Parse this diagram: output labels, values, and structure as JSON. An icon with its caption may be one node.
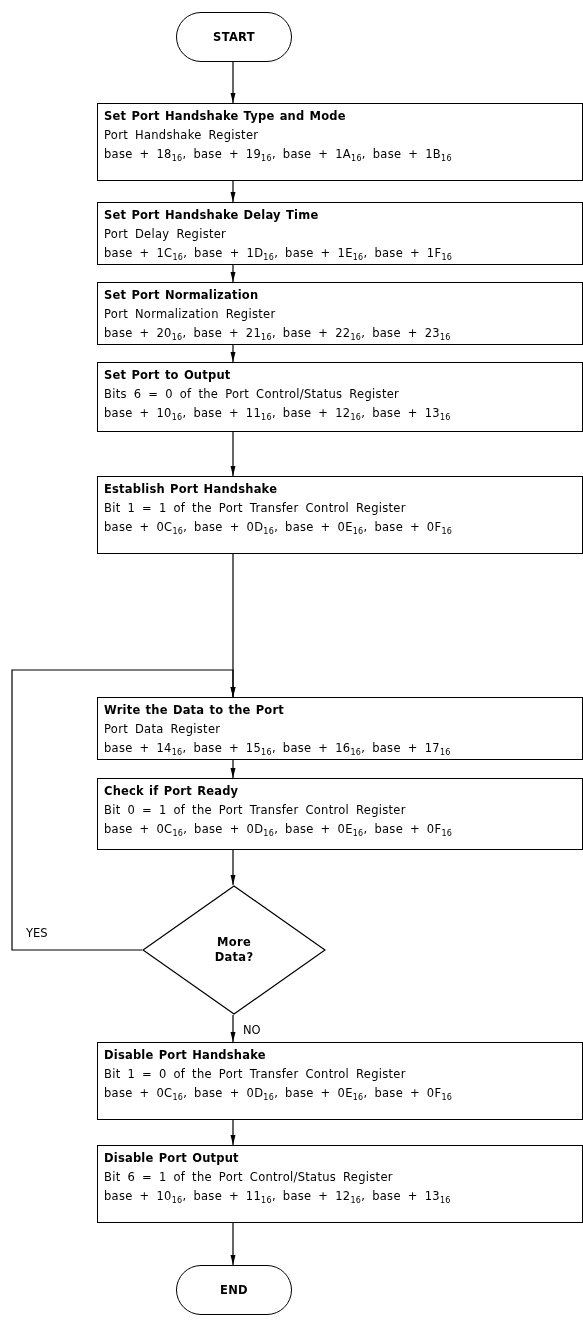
{
  "diagram": {
    "nodes": [
      {
        "text": [
          "START"
        ]
      },
      {
        "text": [
          "Set Port Handshake Type and Mode",
          "Port Handshake Register",
          "base + 18$_{16}$, base + 19$_{16}$, base + 1A$_{16}$, base + 1B$_{16}$"
        ]
      },
      {
        "text": [
          "Set Port Handshake Delay Time",
          "Port Delay Register",
          "base + 1C$_{16}$, base + 1D$_{16}$, base + 1E$_{16}$, base + 1F$_{16}$"
        ]
      },
      {
        "text": [
          "Set Port Normalization",
          "Port Normalization Register",
          "base + 20$_{16}$, base + 21$_{16}$, base + 22$_{16}$, base + 23$_{16}$"
        ]
      },
      {
        "text": [
          "Set Port to Output",
          "Bits 6 = 0 of the Port Control/Status Register",
          "base + 10$_{16}$, base + 11$_{16}$, base + 12$_{16}$, base + 13$_{16}$"
        ]
      },
      {
        "text": [
          "Establish Port Handshake",
          "Bit 1 = 1 of the Port Transfer Control Register",
          "base + 0C$_{16}$, base + 0D$_{16}$, base + 0E$_{16}$, base + 0F$_{16}$"
        ]
      },
      {
        "text": [
          "Write the Data to the Port",
          "Port Data Register",
          "base + 14$_{16}$, base + 15$_{16}$, base + 16$_{16}$, base + 17$_{16}$"
        ]
      },
      {
        "text": [
          "Check if Port Ready",
          "Bit 0 = 1 of the Port Transfer Control Register",
          "base + 0C$_{16}$, base + 0D$_{16}$, base + 0E$_{16}$, base + 0F$_{16}$"
        ]
      },
      {
        "text": [
          "More Data?"
        ]
      },
      {
        "text": [
          "Disable Port Handshake",
          "Bit 1 = 0 of the Port Transfer Control Register",
          "base + 0C$_{16}$, base + 0D$_{16}$, base + 0E$_{16}$, base + 0F$_{16}$"
        ]
      },
      {
        "text": [
          "Disable Port Output",
          "Bit 6 = 1 of the Port Control/Status Register",
          "base + 10$_{16}$, base + 11$_{16}$, base + 12$_{16}$, base + 13$_{16}$"
        ]
      },
      {
        "text": [
          "END"
        ]
      }
    ],
    "edges": [
      {
        "from": 0,
        "to": 1,
        "arrow": "to"
      },
      {
        "from": 1,
        "to": 2,
        "arrow": "to"
      },
      {
        "from": 2,
        "to": 3,
        "arrow": "to"
      },
      {
        "from": 3,
        "to": 4,
        "arrow": "to"
      },
      {
        "from": 4,
        "to": 5,
        "arrow": "to"
      },
      {
        "from": 5,
        "to": 6,
        "arrow": "to"
      },
      {
        "from": 6,
        "to": 7,
        "arrow": "to"
      },
      {
        "from": 7,
        "to": 8,
        "arrow": "to"
      },
      {
        "from": 8,
        "to": 6,
        "arrow": "to",
        "label": "YES"
      },
      {
        "from": 8,
        "to": 9,
        "arrow": "to",
        "label": "NO"
      },
      {
        "from": 9,
        "to": 10,
        "arrow": "to"
      },
      {
        "from": 10,
        "to": 11,
        "arrow": "to"
      }
    ]
  }
}
